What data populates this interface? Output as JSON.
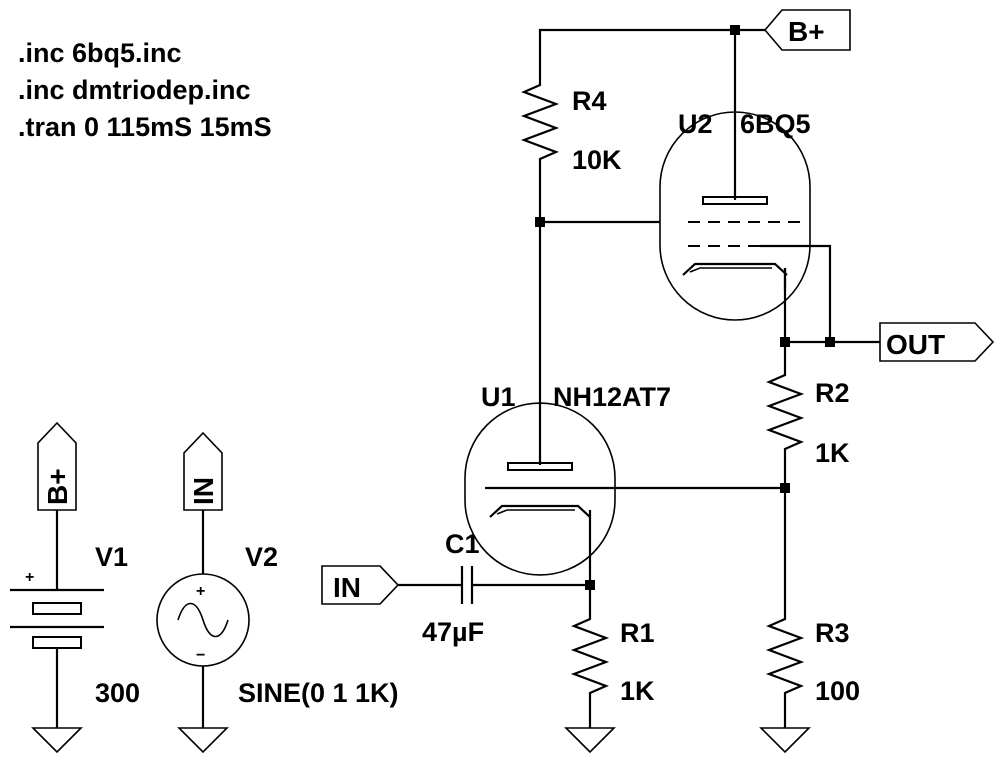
{
  "directives": [
    ".inc 6bq5.inc",
    ".inc dmtriodep.inc",
    ".tran 0 115mS 15mS"
  ],
  "net_labels": {
    "bplus": "B+",
    "out": "OUT",
    "in": "IN"
  },
  "components": {
    "R4": {
      "ref": "R4",
      "value": "10K"
    },
    "R2": {
      "ref": "R2",
      "value": "1K"
    },
    "R1": {
      "ref": "R1",
      "value": "1K"
    },
    "R3": {
      "ref": "R3",
      "value": "100"
    },
    "C1": {
      "ref": "C1",
      "value": "47µF"
    },
    "U1": {
      "ref": "U1",
      "value": "NH12AT7"
    },
    "U2": {
      "ref": "U2",
      "value": "6BQ5"
    },
    "V1": {
      "ref": "V1",
      "value": "300"
    },
    "V2": {
      "ref": "V2",
      "value": "SINE(0 1 1K)"
    }
  },
  "polarity": {
    "plus": "+",
    "minus": "−"
  }
}
